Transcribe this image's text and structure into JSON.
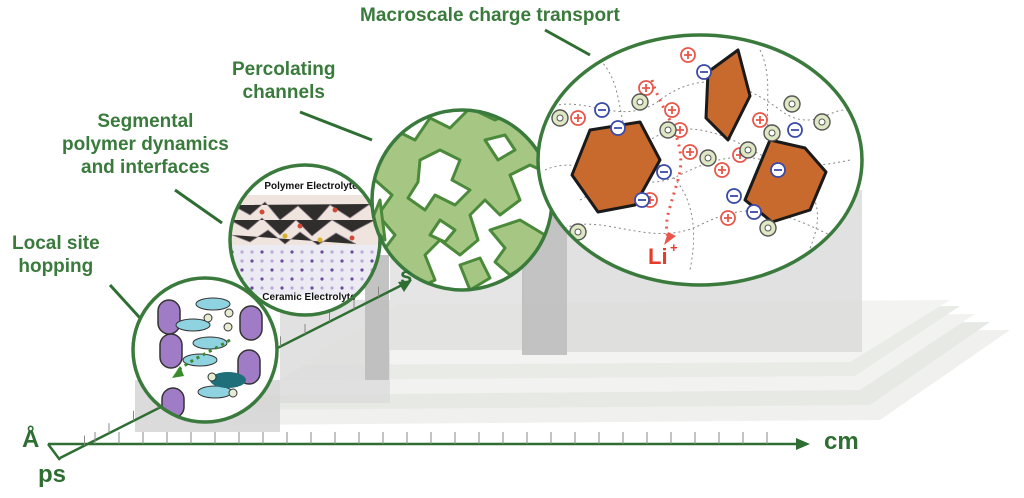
{
  "labels": {
    "macroscale": "Macroscale charge transport",
    "percolating_line1": "Percolating",
    "percolating_line2": "channels",
    "segmental_line1": "Segmental",
    "segmental_line2": "polymer dynamics",
    "segmental_line3": "and interfaces",
    "local_line1": "Local site",
    "local_line2": "hopping"
  },
  "axes": {
    "length_small": "Å",
    "length_large": "cm",
    "time_small": "ps",
    "time_large": "s"
  },
  "insets": {
    "polymer_electrolyte": "Polymer Electrolyte",
    "ceramic_electrolyte": "Ceramic Electrolyte",
    "ion_symbol": "Li",
    "ion_charge": "+"
  },
  "colors": {
    "label_green": "#3a7a3c",
    "axis_green": "#2f6e33",
    "channel_green": "#9cc07a",
    "ceramic_orange": "#c8692e",
    "ion_red": "#e8574a",
    "purple": "#a07cc6",
    "cyan": "#8fd3e0"
  }
}
